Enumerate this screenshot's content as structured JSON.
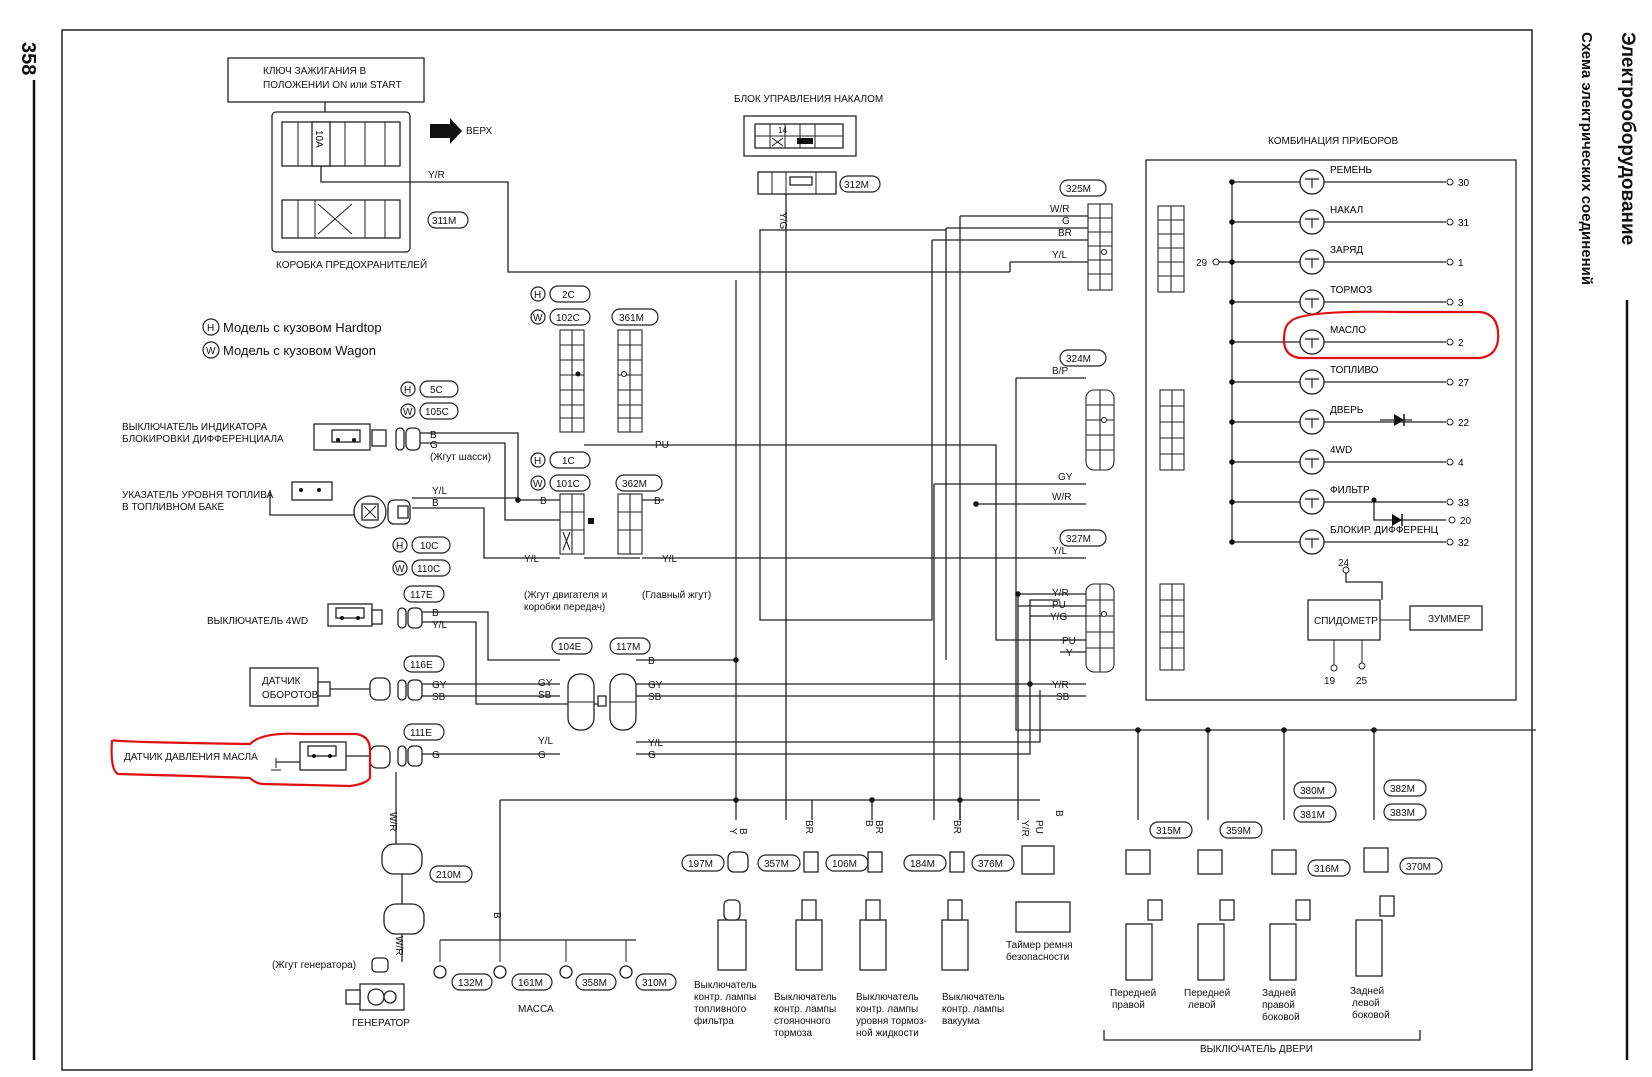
{
  "page_number": "358",
  "section_title": "Электрооборудование",
  "section_subtitle": "Схема электрических соединений",
  "fuse_box": {
    "caption": "КОРОБКА ПРЕДОХРАНИТЕЛЕЙ",
    "fuse": "10A",
    "connector": "311M"
  },
  "ignition": {
    "line1": "КЛЮЧ ЗАЖИГАНИЯ В",
    "line2": "ПОЛОЖЕНИИ ON или START"
  },
  "up_arrow": "ВЕРХ",
  "glow_control": {
    "caption": "БЛОК УПРАВЛЕНИЯ НАКАЛОМ",
    "connector": "312M",
    "pin": "14"
  },
  "legend": {
    "h": "Модель с кузовом Hardtop",
    "w": "Модель с кузовом Wagon",
    "h_sym": "H",
    "w_sym": "W"
  },
  "cluster": {
    "caption": "КОМБИНАЦИЯ ПРИБОРОВ",
    "common_pin": "29",
    "lamps": [
      {
        "label": "РЕМЕНЬ",
        "pin": "30"
      },
      {
        "label": "НАКАЛ",
        "pin": "31"
      },
      {
        "label": "ЗАРЯД",
        "pin": "1"
      },
      {
        "label": "ТОРМОЗ",
        "pin": "3"
      },
      {
        "label": "МАСЛО",
        "pin": "2"
      },
      {
        "label": "ТОПЛИВО",
        "pin": "27"
      },
      {
        "label": "ДВЕРЬ",
        "pin": "22"
      },
      {
        "label": "4WD",
        "pin": "4"
      },
      {
        "label": "ФИЛЬТР",
        "pin": "33"
      },
      {
        "label": "БЛОКИР. ДИФФЕРЕНЦ",
        "pin": "32"
      }
    ],
    "extra_pin": "20",
    "speedo": "СПИДОМЕТР",
    "buzzer": "ЗУММЕР",
    "speedo_pin_top": "24",
    "speedo_pin_a": "19",
    "speedo_pin_b": "25"
  },
  "connectors": {
    "c325": "325M",
    "c324": "324M",
    "c327": "327M",
    "c2c": "2C",
    "c102c": "102C",
    "c361": "361M",
    "c5c": "5C",
    "c105c": "105C",
    "c1c": "1C",
    "c101c": "101C",
    "c362": "362M",
    "c10c": "10C",
    "c110c": "110C",
    "c117e": "117E",
    "c116e": "116E",
    "c111e": "111E",
    "c104e": "104E",
    "c117m": "117M",
    "c210": "210M",
    "c197": "197M",
    "c357": "357M",
    "c106": "106M",
    "c184": "184M",
    "c376": "376M",
    "c315": "315M",
    "c359": "359M",
    "c380": "380M",
    "c381": "381M",
    "c316": "316M",
    "c382": "382M",
    "c383": "383M",
    "c370": "370M",
    "c132": "132M",
    "c161": "161M",
    "c358": "358M",
    "c310": "310M"
  },
  "components": {
    "diff_lock_switch": [
      "ВЫКЛЮЧАТЕЛЬ ИНДИКАТОРА",
      "БЛОКИРОВКИ ДИФФЕРЕНЦИАЛА"
    ],
    "fuel_level": [
      "УКАЗАТЕЛЬ УРОВНЯ ТОПЛИВА",
      "В ТОПЛИВНОМ БАКЕ"
    ],
    "switch_4wd": "ВЫКЛЮЧАТЕЛЬ 4WD",
    "rpm_sensor": [
      "ДАТЧИК",
      "ОБОРОТОВ"
    ],
    "oil_sensor": "ДАТЧИК ДАВЛЕНИЯ МАСЛА",
    "generator": "ГЕНЕРАТОР",
    "gen_harness": "(Жгут генератора)",
    "chassis_harness": "(Жгут шасси)",
    "engine_harness": [
      "(Жгут двигателя и",
      "коробки передач)"
    ],
    "main_harness": "(Главный жгут)",
    "ground": "МАССА",
    "belt_timer": [
      "Таймер ремня",
      "безопасности"
    ],
    "fuel_filter_sw": [
      "Выключатель",
      "контр. лампы",
      "топливного",
      "фильтра"
    ],
    "parking_brake_sw": [
      "Выключатель",
      "контр. лампы",
      "стояночного",
      "тормоза"
    ],
    "brake_fluid_sw": [
      "Выключатель",
      "контр. лампы",
      "уровня тормоз-",
      "ной жидкости"
    ],
    "vacuum_sw": [
      "Выключатель",
      "контр. лампы",
      "вакуума"
    ],
    "door_fr": [
      "Передней",
      "правой"
    ],
    "door_fl": [
      "Передней",
      "левой"
    ],
    "door_rr": [
      "Задней",
      "правой",
      "боковой"
    ],
    "door_rl": [
      "Задней",
      "левой",
      "боковой"
    ],
    "door_switch": "ВЫКЛЮЧАТЕЛЬ ДВЕРИ"
  },
  "wires": {
    "yr": "Y/R",
    "yg": "Y/G",
    "wr": "W/R",
    "g": "G",
    "br": "BR",
    "yl": "Y/L",
    "bp": "B/P",
    "gy": "GY",
    "pu": "PU",
    "b": "B",
    "y": "Y",
    "sb": "SB"
  },
  "highlight_color": "#e01010"
}
